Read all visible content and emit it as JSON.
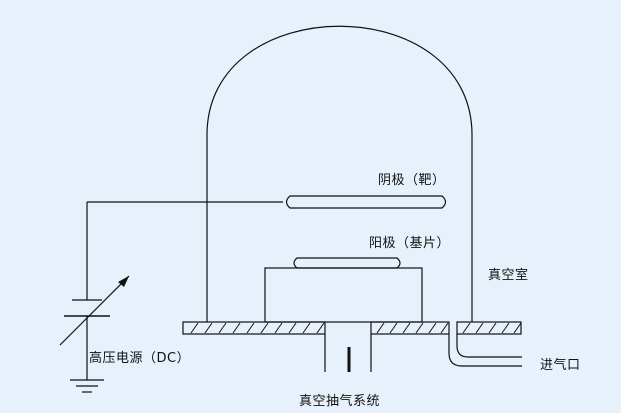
{
  "labels": {
    "cathode": "阴极（靶）",
    "anode": "阳极（基片）",
    "chamber": "真空室",
    "power": "高压电源（DC）",
    "gas_inlet": "进气口",
    "pump": "真空抽气系统"
  },
  "colors": {
    "background": "#e6f1fb",
    "line": "#111111"
  }
}
